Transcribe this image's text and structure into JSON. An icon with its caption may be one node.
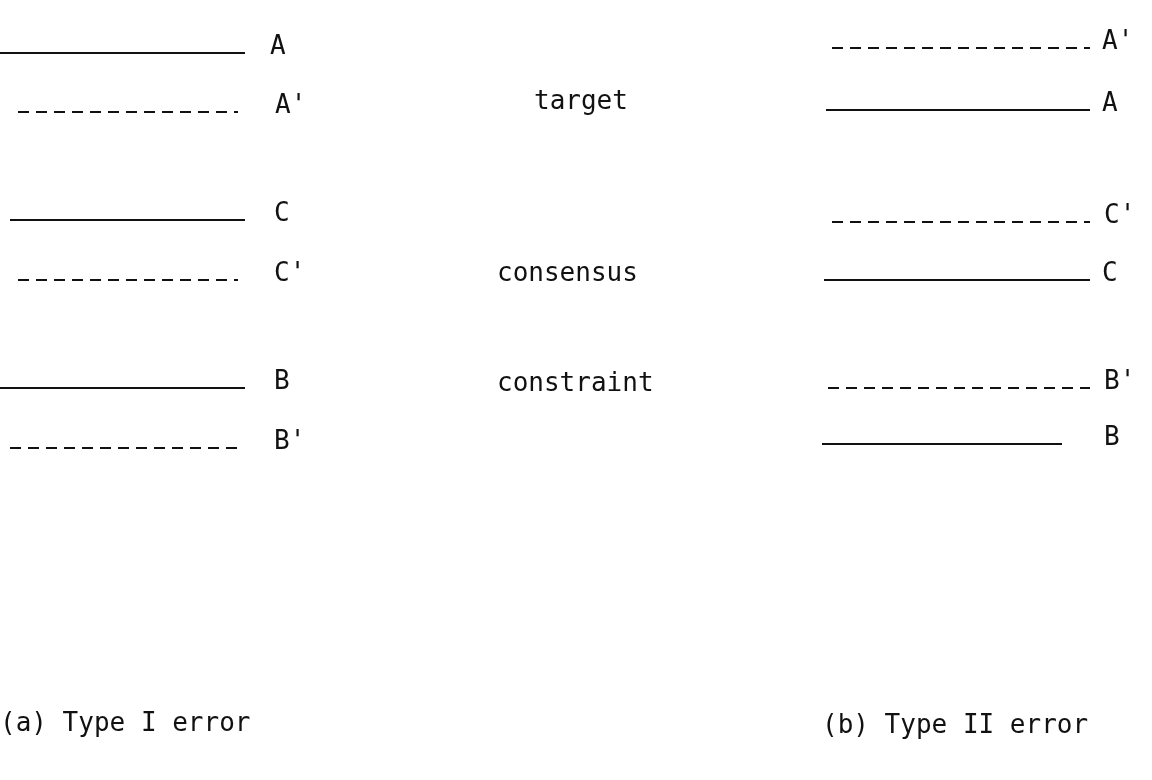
{
  "diagram": {
    "labels": [
      "A",
      "A'",
      "A'",
      "target",
      "A",
      "C",
      "C'",
      "C'",
      "consensus",
      "C",
      "B",
      "constraint",
      "B'",
      "B'",
      "B",
      "(a) Type I error",
      "(b) Type II error"
    ]
  }
}
